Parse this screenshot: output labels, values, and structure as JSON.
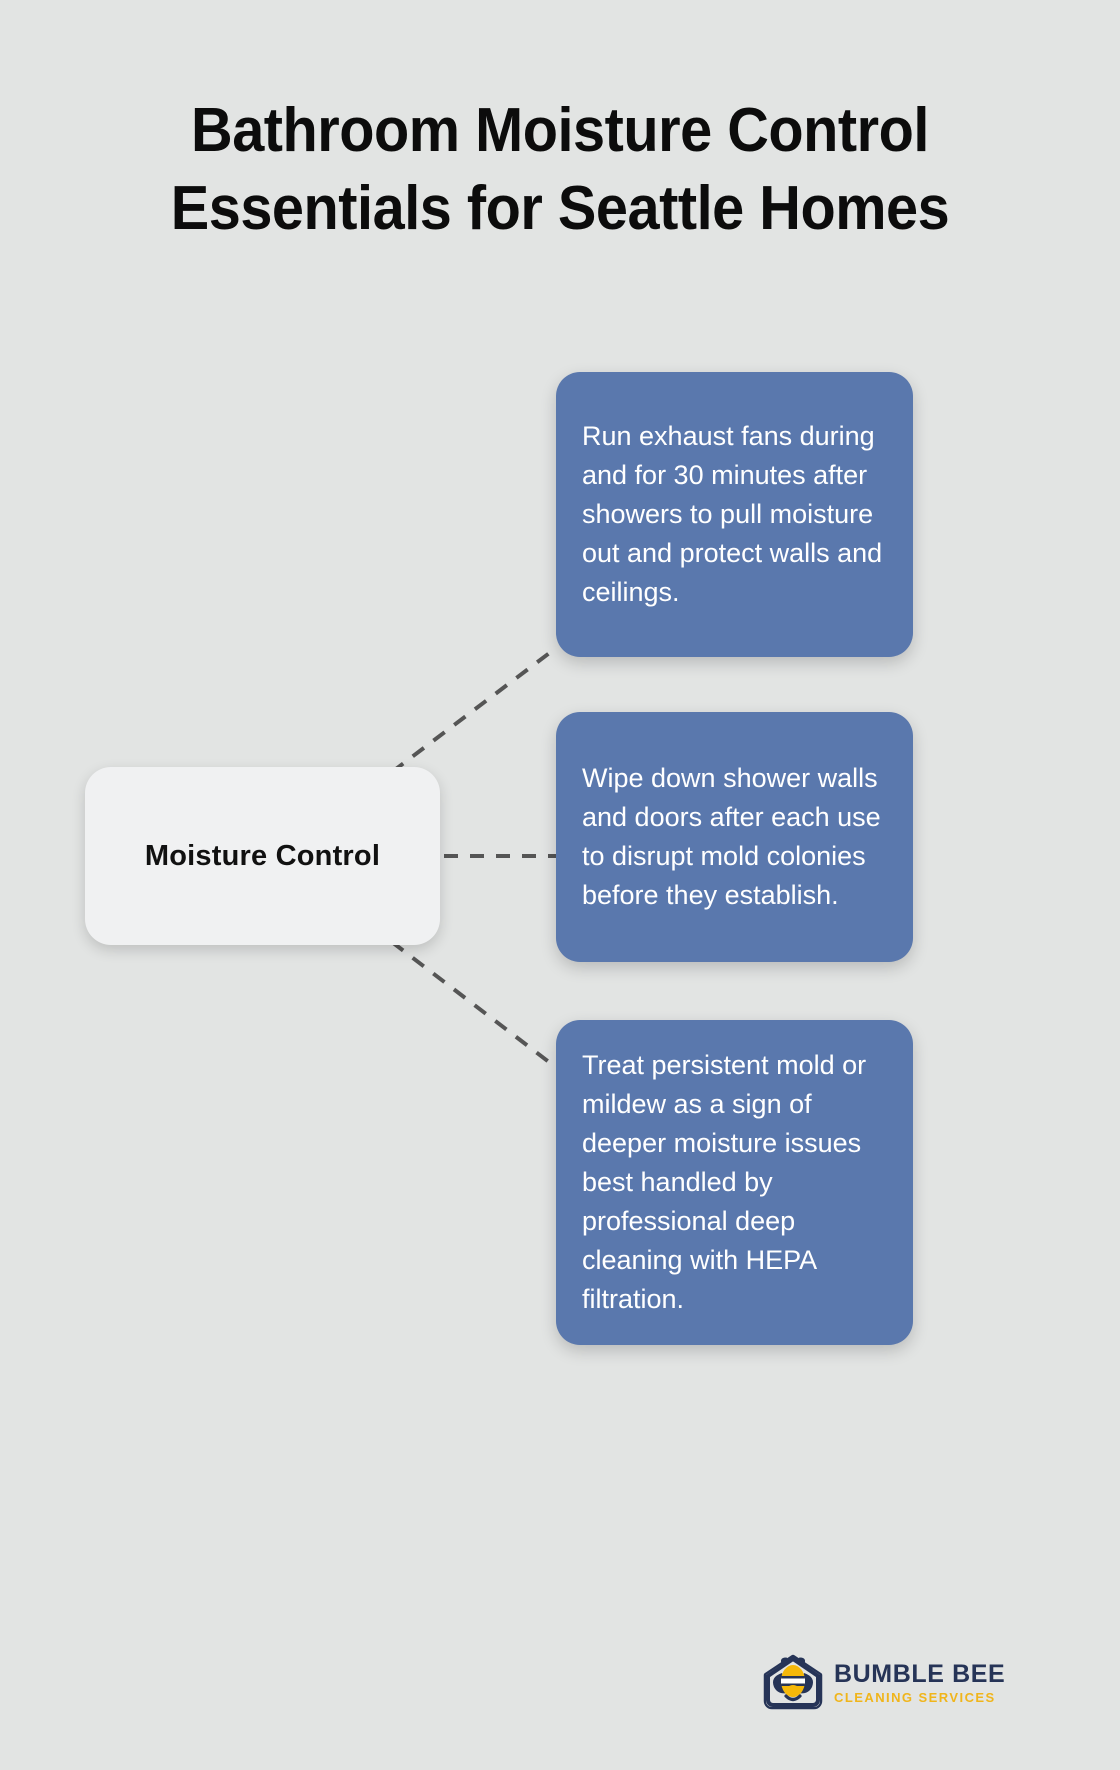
{
  "background_color": "#e2e4e3",
  "title": {
    "line1": "Bathroom Moisture Control",
    "line2": "Essentials for Seattle Homes",
    "color": "#0c0c0c"
  },
  "diagram": {
    "type": "node-branch",
    "center_node": {
      "label": "Moisture Control",
      "background_color": "#f0f1f2",
      "text_color": "#111111"
    },
    "connector_style": "dashed",
    "connector_color": "#555555",
    "card_color": "#5a78ad",
    "card_text_color": "#ffffff",
    "cards": [
      {
        "id": "card-exhaust-fans",
        "text": "Run exhaust fans during and for 30 minutes after showers to pull moisture out and protect walls and ceilings."
      },
      {
        "id": "card-wipe-shower",
        "text": "Wipe down shower walls and doors after each use to disrupt mold colonies before they establish."
      },
      {
        "id": "card-persistent-mold",
        "text": "Treat persistent mold or mildew as a sign of deeper moisture issues best handled by professional deep cleaning with HEPA filtration."
      }
    ]
  },
  "logo": {
    "icon": "bee-in-house-icon",
    "name": "BUMBLE BEE",
    "tagline": "CLEANING SERVICES",
    "name_color": "#263457",
    "tagline_color": "#f0b51b",
    "bee_body_color": "#f5b80a"
  }
}
